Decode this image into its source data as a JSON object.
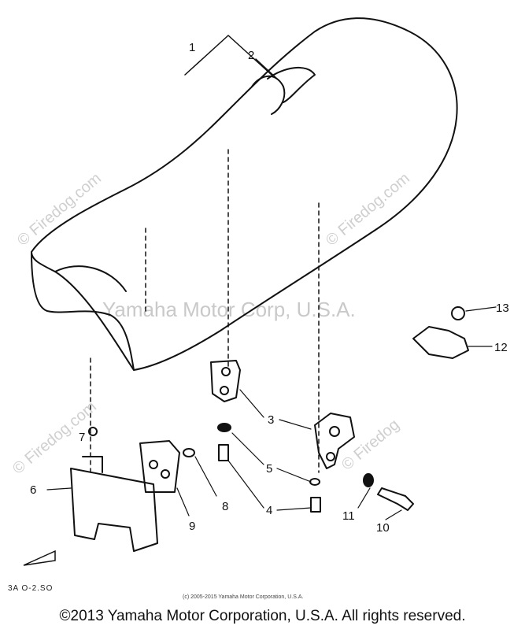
{
  "watermarks": {
    "center": "Yamaha Motor Corp, U.S.A.",
    "firedog": "© Firedog.com",
    "firedog_short": "© Firedog"
  },
  "callouts": [
    "1",
    "2",
    "3",
    "4",
    "5",
    "6",
    "7",
    "8",
    "9",
    "10",
    "11",
    "12",
    "13"
  ],
  "footer": {
    "small_credit": "(c) 2005-2015 Yamaha Motor Corporation, U.S.A.",
    "copyright": "©2013 Yamaha Motor Corporation, U.S.A. All rights reserved.",
    "diagram_code": "3A  O-2.SO"
  }
}
